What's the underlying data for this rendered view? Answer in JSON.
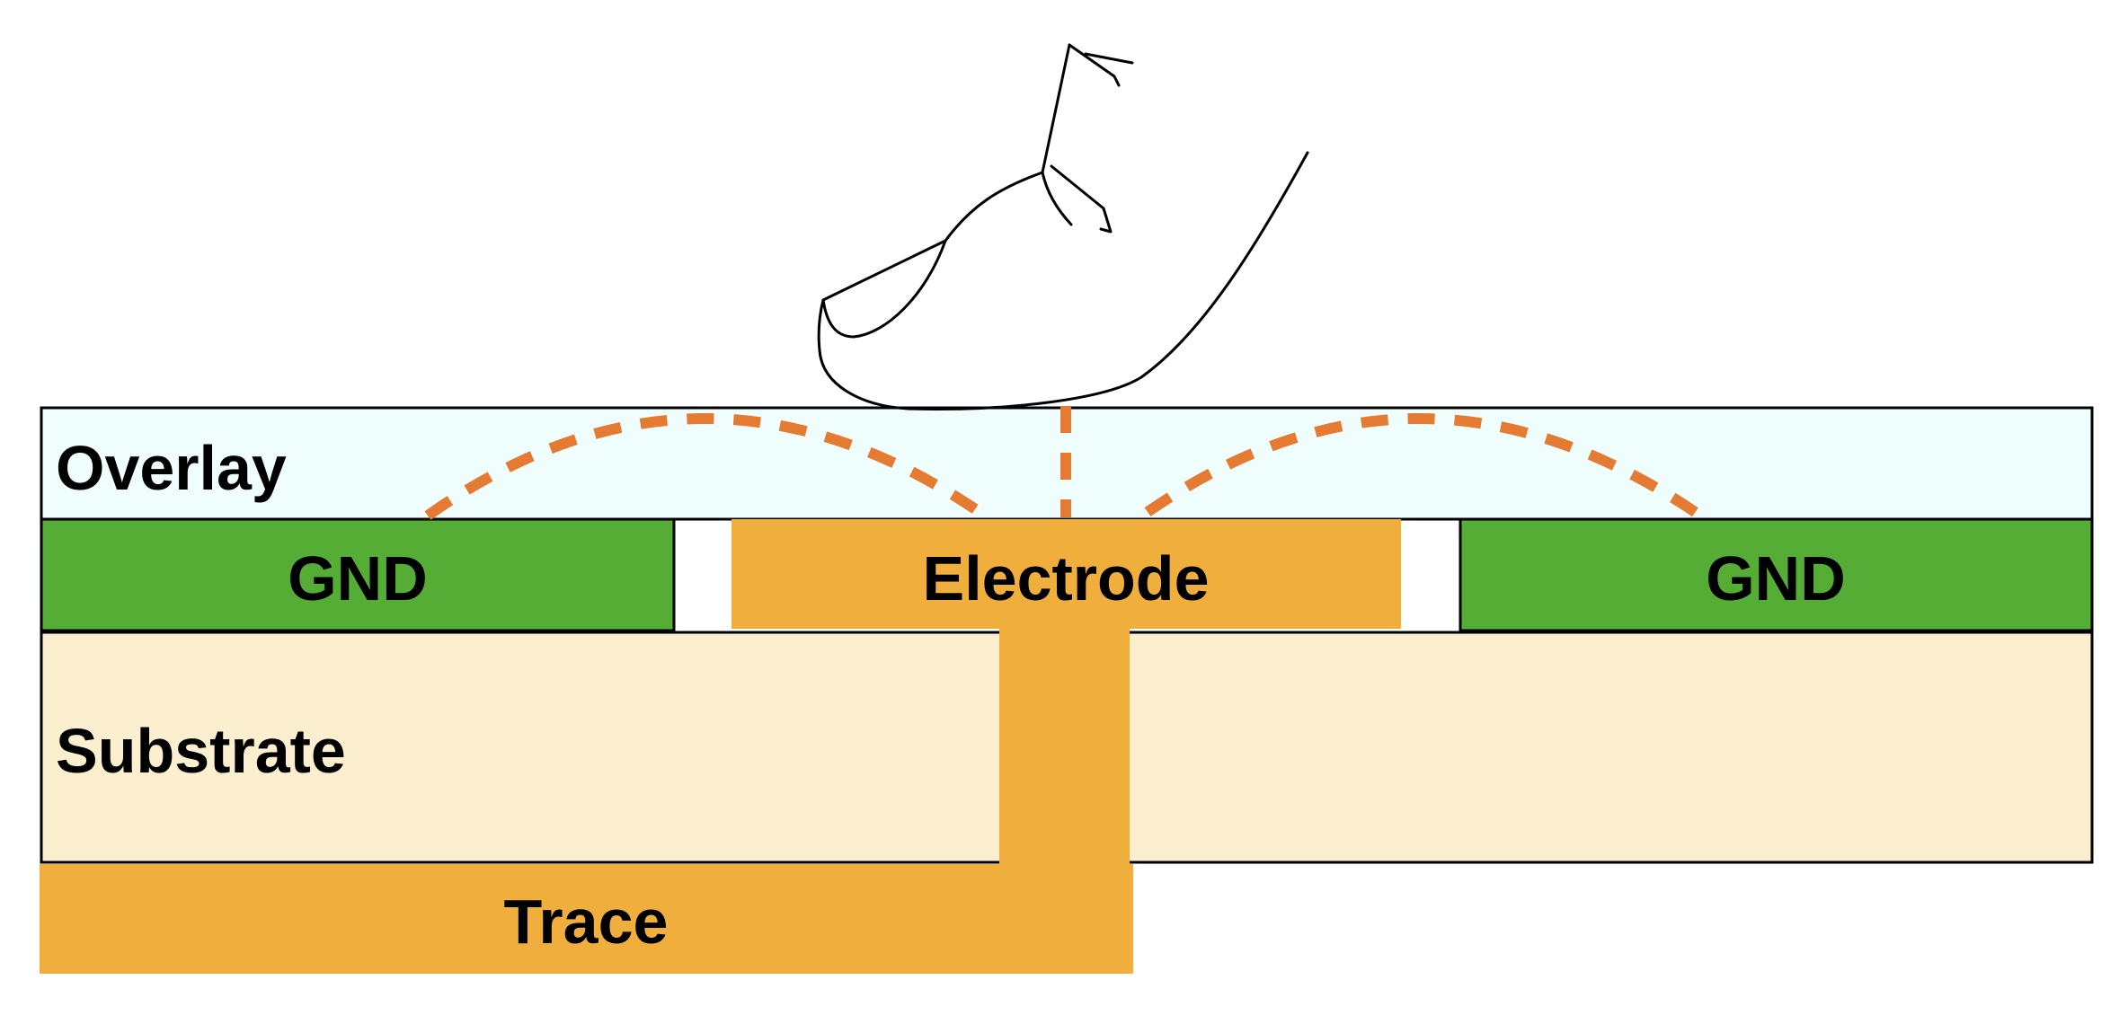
{
  "layers": {
    "overlay": {
      "label": "Overlay",
      "color": "#f0fdfd"
    },
    "gnd_left": {
      "label": "GND",
      "color": "#55ad35"
    },
    "electrode": {
      "label": "Electrode",
      "color": "#f0ae3d"
    },
    "gnd_right": {
      "label": "GND",
      "color": "#55ad35"
    },
    "substrate": {
      "label": "Substrate",
      "color": "#fbefcf"
    },
    "trace": {
      "label": "Trace",
      "color": "#f0ae3d"
    }
  },
  "field_lines": {
    "color": "#e57b32",
    "style": "dashed"
  },
  "finger": {
    "icon": "finger-sketch-icon",
    "stroke": "#000000"
  }
}
